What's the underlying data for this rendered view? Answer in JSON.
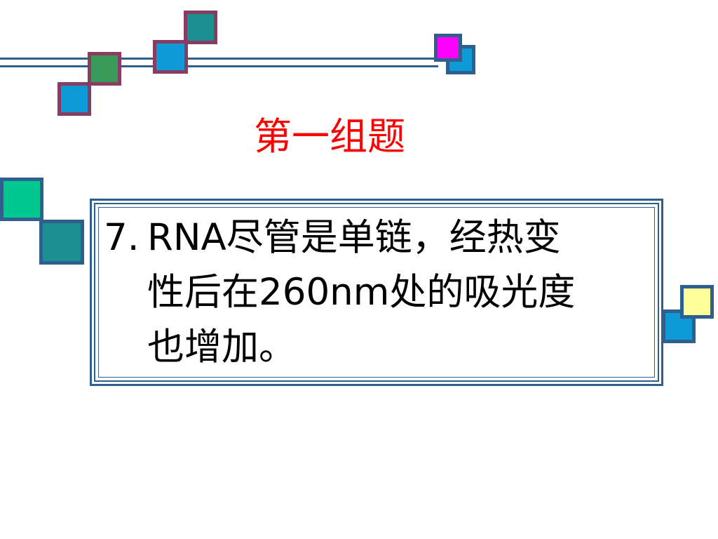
{
  "slide": {
    "title": "第一组题",
    "question": {
      "number": "7.",
      "line1": "RNA尽管是单链，经热变",
      "line2": "性后在260nm处的吸光度",
      "line3": "也增加。"
    }
  },
  "colors": {
    "title": "#ff0000",
    "frame": "#2f5f8f",
    "square_border": "#8b3a62",
    "teal": "#1b9090",
    "blue": "#0e9ad6",
    "green": "#3a9a5a",
    "mint": "#00c890",
    "magenta": "#ff00ff",
    "yellow": "#ffff99"
  }
}
